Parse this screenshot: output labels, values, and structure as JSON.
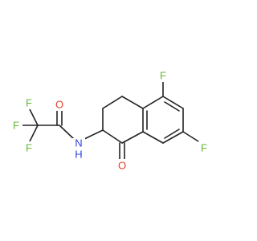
{
  "diagram": {
    "atoms": [
      {
        "label": "F",
        "color": "#65b837"
      },
      {
        "label": "F",
        "color": "#65b837"
      },
      {
        "label": "F",
        "color": "#65b837"
      },
      {
        "label": "O",
        "color": "#e4402b"
      },
      {
        "label": "N",
        "color": "#2c3ee6"
      },
      {
        "label": "H",
        "color": "#2c3ee6"
      },
      {
        "label": "O",
        "color": "#e4402b"
      },
      {
        "label": "F",
        "color": "#65b837"
      },
      {
        "label": "F",
        "color": "#65b837"
      }
    ]
  }
}
